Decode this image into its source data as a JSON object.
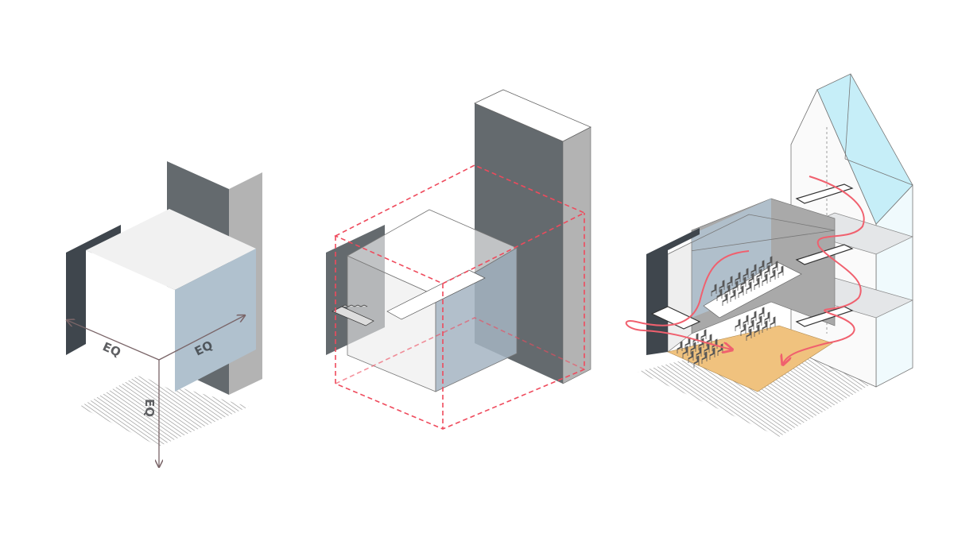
{
  "labels": {
    "eq_left": "EQ",
    "eq_right": "EQ",
    "eq_vertical": "EQ"
  },
  "colors": {
    "dark_panel": "#3f464d",
    "mid_gray": "#646a6e",
    "light_gray": "#b3b3b3",
    "cube_top": "#f1f1f1",
    "cube_blue": "#b0c1ce",
    "dimension_line": "#7a6568",
    "red_dash": "#ef4a5c",
    "flow_red": "#f0606e",
    "floor_orange": "#f0c27e",
    "roof_blue": "#c6eef8"
  }
}
